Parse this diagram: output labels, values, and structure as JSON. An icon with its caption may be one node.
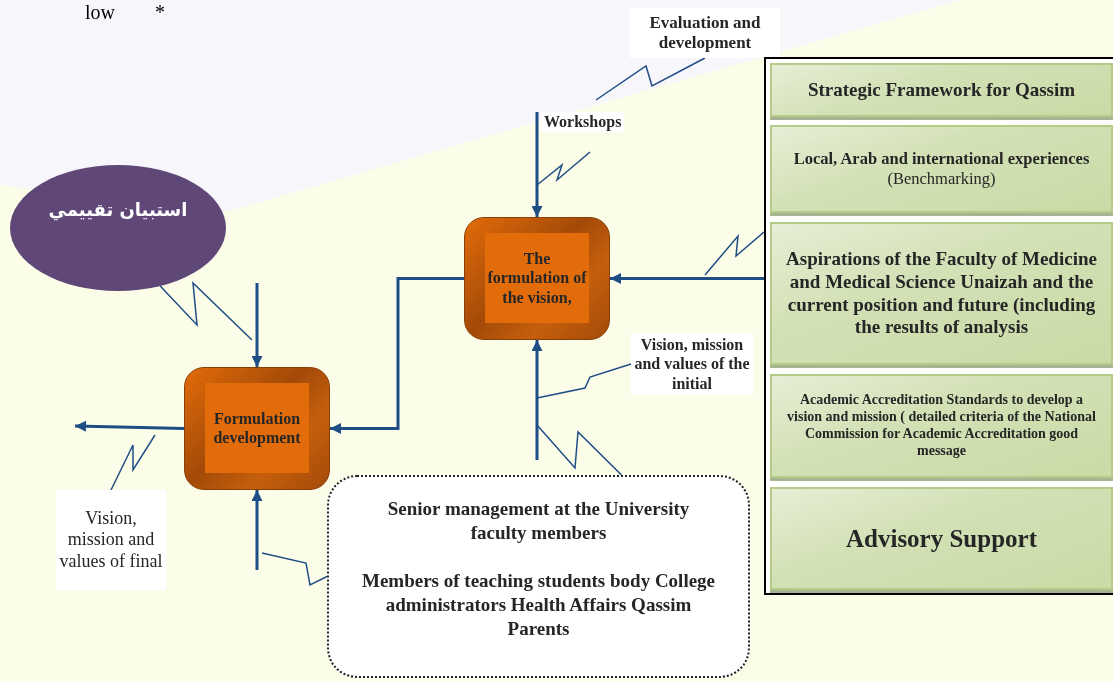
{
  "diagram": {
    "nodes": [
      {
        "text": [
          "استبيان تقييمي"
        ]
      },
      {
        "text": [
          "Evaluation and development"
        ]
      },
      {
        "text": [
          "The formulation of the vision,"
        ]
      },
      {
        "text": [],
        "shape": "box"
      },
      {
        "text": [
          "Strategic Framework for Qassim"
        ],
        "in": 3
      },
      {
        "text": [
          "Local, Arab and international experiences",
          "(Benchmarking)"
        ],
        "in": 3
      },
      {
        "text": [
          "Aspirations of the Faculty of Medicine and Medical Science Unaizah and the current position and future (including the results of analysis"
        ],
        "in": 3
      },
      {
        "text": [
          "Academic Accreditation Standards to develop a vision and mission ( detailed criteria of the National Commission for Academic Accreditation good message"
        ],
        "in": 3
      },
      {
        "text": [
          "Advisory Support"
        ],
        "in": 3
      },
      {
        "text": [
          "Vision, mission and values of the initial"
        ]
      },
      {
        "text": [
          "Formulation development"
        ]
      },
      {
        "text": [
          "Senior management at the University faculty members",
          "Members of teaching students body College administrators Health Affairs Qassim Parents"
        ]
      },
      {
        "text": [
          "Vision, mission and values of final"
        ]
      }
    ],
    "edges": [
      {
        "from": null,
        "to": 2,
        "arrow": "to",
        "label": "Workshops"
      },
      {
        "from": 1,
        "to": null,
        "arrow": "none"
      },
      {
        "from": 3,
        "to": 2,
        "arrow": "to"
      },
      {
        "from": null,
        "to": 2,
        "arrow": "to"
      },
      {
        "from": 9,
        "to": null,
        "arrow": "none"
      },
      {
        "from": 11,
        "to": null,
        "arrow": "none"
      },
      {
        "from": 2,
        "to": 10,
        "arrow": "to"
      },
      {
        "from": null,
        "to": 10,
        "arrow": "to"
      },
      {
        "from": 0,
        "to": null,
        "arrow": "none"
      },
      {
        "from": null,
        "to": 10,
        "arrow": "to"
      },
      {
        "from": 11,
        "to": null,
        "arrow": "none"
      },
      {
        "from": 10,
        "to": null,
        "arrow": "to"
      },
      {
        "from": 12,
        "to": null,
        "arrow": "none"
      }
    ],
    "labels": [
      "low",
      "*"
    ]
  }
}
